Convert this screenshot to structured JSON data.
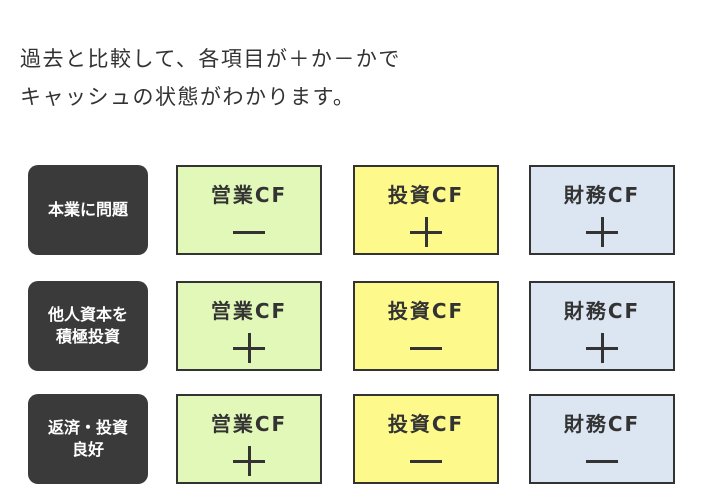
{
  "intro": {
    "line1": "過去と比較して、各項目が＋か－かで",
    "line2": "キャッシュの状態がわかります。"
  },
  "colors": {
    "operating": "#e2f8b8",
    "investing": "#fdf98b",
    "financing": "#dce6f2",
    "label_bg": "#3a3a3a",
    "border": "#333333"
  },
  "rows": [
    {
      "label": "本業に問題",
      "cells": [
        {
          "name": "営業CF",
          "sign": "－"
        },
        {
          "name": "投資CF",
          "sign": "＋"
        },
        {
          "name": "財務CF",
          "sign": "＋"
        }
      ]
    },
    {
      "label": "他人資本を\n積極投資",
      "cells": [
        {
          "name": "営業CF",
          "sign": "＋"
        },
        {
          "name": "投資CF",
          "sign": "－"
        },
        {
          "name": "財務CF",
          "sign": "＋"
        }
      ]
    },
    {
      "label": "返済・投資\n良好",
      "cells": [
        {
          "name": "営業CF",
          "sign": "＋"
        },
        {
          "name": "投資CF",
          "sign": "－"
        },
        {
          "name": "財務CF",
          "sign": "－"
        }
      ]
    }
  ]
}
